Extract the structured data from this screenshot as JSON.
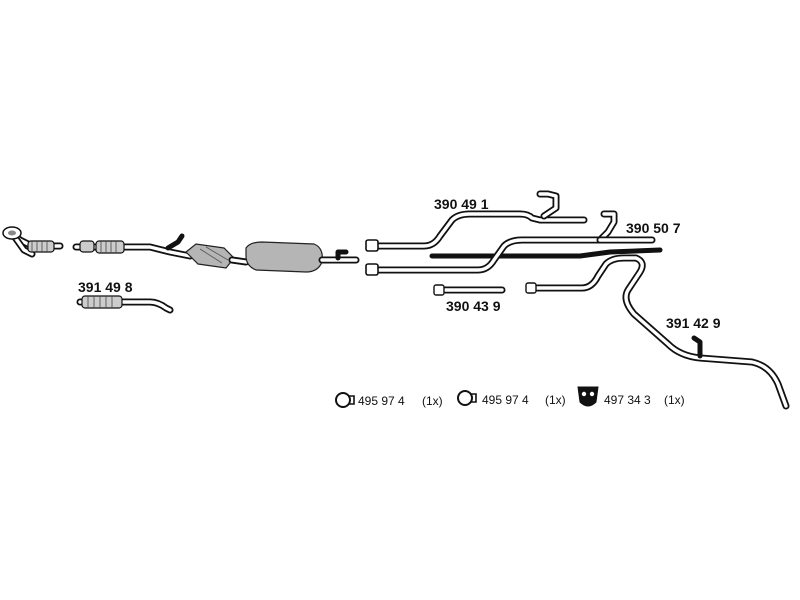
{
  "parts": [
    {
      "id": "part-390491",
      "number": "390 49 1"
    },
    {
      "id": "part-390507",
      "number": "390 50 7"
    },
    {
      "id": "part-391498",
      "number": "391 49 8"
    },
    {
      "id": "part-390439",
      "number": "390 43 9"
    },
    {
      "id": "part-391429",
      "number": "391 42 9"
    }
  ],
  "accessories": [
    {
      "icon": "pipe-clamp-icon",
      "number": "495 97 4",
      "qty": "(1x)"
    },
    {
      "icon": "pipe-clamp-icon",
      "number": "495 97 4",
      "qty": "(1x)"
    },
    {
      "icon": "rubber-mount-icon",
      "number": "497 34 3",
      "qty": "(1x)"
    }
  ]
}
